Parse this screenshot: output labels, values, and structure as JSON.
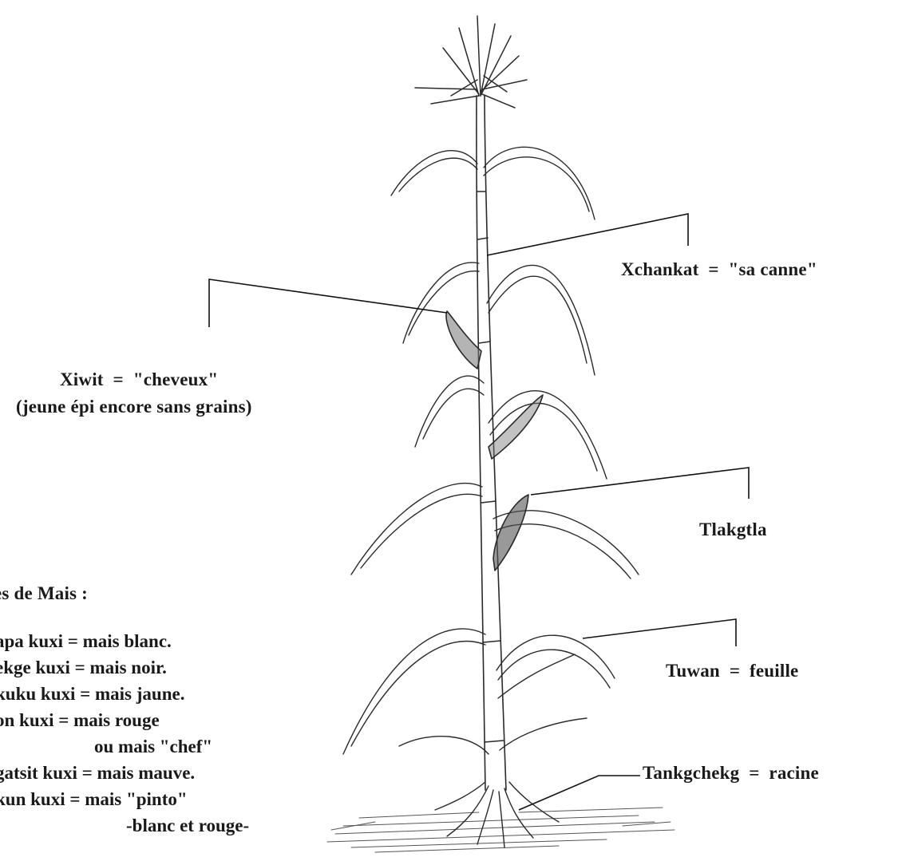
{
  "labels": {
    "xchankat": "Xchankat  =  \"sa canne\"",
    "xiwit": "Xiwit  =  \"cheveux\"",
    "xiwit_sub": "(jeune épi encore sans grains)",
    "tlakgtla": "Tlakgtla",
    "tuwan": "Tuwan  =  feuille",
    "tankgchekg": "Tankgchekg  =  racine"
  },
  "types": {
    "title": "es de Mais :",
    "lines": [
      "apa kuxi = mais blanc.",
      "ekge kuxi = mais noir.",
      "kuku kuxi = mais jaune.",
      "on kuxi = mais rouge",
      "ou mais \"chef\"",
      "gatsit kuxi = mais mauve.",
      "kun kuxi = mais \"pinto\"",
      "-blanc et rouge-"
    ]
  }
}
